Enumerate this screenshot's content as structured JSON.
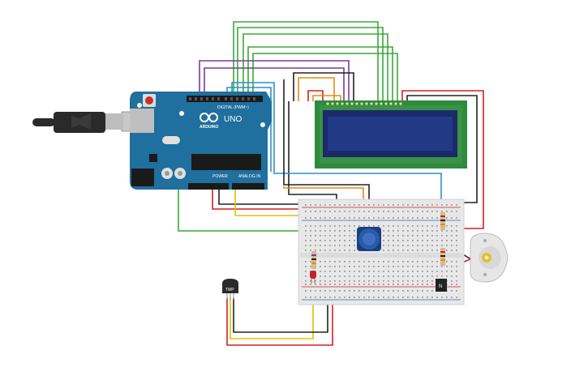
{
  "canvas": {
    "background": "#ffffff"
  },
  "arduino": {
    "brand": "ARDUINO",
    "model": "UNO",
    "digital_label": "DIGITAL (PWM~)",
    "power_label": "POWER",
    "analog_label": "ANALOG IN",
    "board_color": "#1f6f9f"
  },
  "usb_cable": {
    "icon": "usb-plug-icon"
  },
  "lcd": {
    "screen_color": "#1b2a6b",
    "board_color": "#2e8b3e"
  },
  "breadboard": {
    "color": "#e8e8e8"
  },
  "potentiometer": {
    "color": "#2b5aa8"
  },
  "temperature_sensor": {
    "label": "TMP"
  },
  "transistor": {
    "label": "N"
  },
  "led": {
    "color": "#c0232b"
  },
  "motor": {
    "icon": "dc-motor-icon",
    "color": "#e6e6e6"
  },
  "wire_colors": {
    "red": "#d42020",
    "black": "#222222",
    "green": "#3aa83a",
    "purple": "#7a3aa0",
    "yellow": "#e0c000",
    "orange": "#e88a10",
    "blue": "#2e8fcf"
  }
}
